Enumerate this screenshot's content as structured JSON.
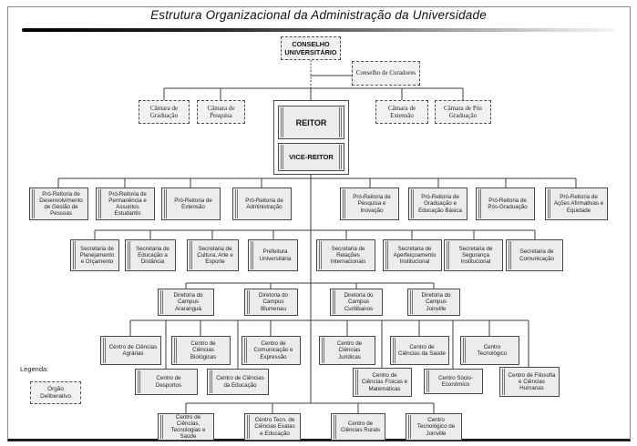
{
  "title": "Estrutura Organizacional da Administração da Universidade",
  "nodes": {
    "conselho_universitario": "CONSELHO UNIVERSITÁRIO",
    "conselho_curadores": "Conselho de Curadores",
    "reitor": "REITOR",
    "vice_reitor": "VICE-REITOR"
  },
  "camaras": [
    "Câmara de Graduação",
    "Câmara de Pesquisa",
    "Câmara de Extensão",
    "Câmara de Pós Graduação"
  ],
  "pro_reitorias": [
    "Pró-Reitoria de Desenvolvimento de Gestão de Pessoas",
    "Pró-Reitoria de Permanência e Assuntos Estudantis",
    "Pró-Reitoria de Extensão",
    "Pró-Reitoria de Administração",
    "Pró-Reitoria de Pesquisa e Inovação",
    "Pró-Reitoria de Graduação e Educação Básica",
    "Pró-Reitoria de Pós-Graduação",
    "Pró-Reitoria de Ações Afirmativas e Equidade"
  ],
  "secretarias": [
    "Secretaria de Planejamento e Orçamento",
    "Secretaria de Educação a Distância",
    "Secretaria de Cultura, Arte e Esporte",
    "Prefeitura Universitária",
    "Secretaria de Relações Internacionais",
    "Secretaria de Aperfeiçoamento Institucional",
    "Secretaria de Segurança Institucional",
    "Secretaria de Comunicação"
  ],
  "diretorias": [
    "Diretoria do Campus Araranguá",
    "Diretoria do Campus Blumenau",
    "Diretoria do Campus Curitibanos",
    "Diretoria do Campus Joinville"
  ],
  "centros_linha1": [
    "Centro de Ciências Agrárias",
    "Centro de Ciências Biológicas",
    "Centro de Comunicação e Expressão",
    "Centro de Ciências Jurídicas",
    "Centro de Ciências da Saúde",
    "Centro Tecnológico"
  ],
  "centros_linha2": [
    "Centro de Desportos",
    "Centro de Ciências da Educação",
    "Centro de Ciências Físicas e Matemáticas",
    "Centro Sócio-Econômico",
    "Centro de Filosofia e Ciências Humanas"
  ],
  "centros_linha3": [
    "Centro de Ciências, Tecnologias e Saúde",
    "Centro Tecn. de Ciências Exatas e Educação",
    "Centro de Ciências Rurais",
    "Centro Tecnológico de Joinville"
  ],
  "legend": {
    "label": "Legenda:",
    "orgao_deliberativo": "Órgão Deliberativo"
  }
}
